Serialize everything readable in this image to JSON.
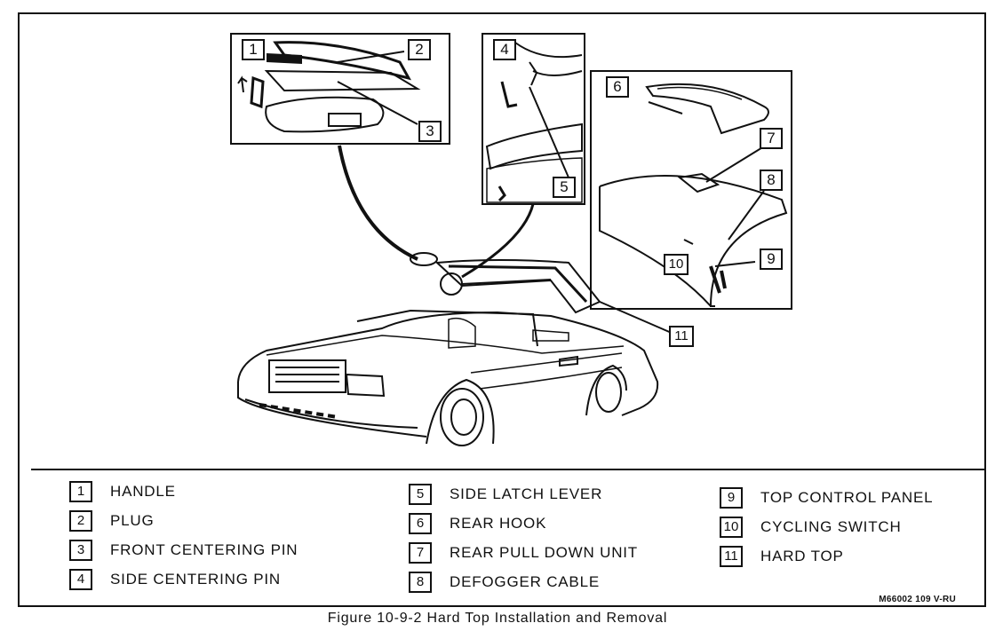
{
  "callouts": [
    "1",
    "2",
    "3",
    "4",
    "5",
    "6",
    "7",
    "8",
    "9",
    "10",
    "11"
  ],
  "legend": [
    {
      "num": "1",
      "label": "HANDLE"
    },
    {
      "num": "2",
      "label": "PLUG"
    },
    {
      "num": "3",
      "label": "FRONT CENTERING PIN"
    },
    {
      "num": "4",
      "label": "SIDE CENTERING PIN"
    },
    {
      "num": "5",
      "label": "SIDE LATCH LEVER"
    },
    {
      "num": "6",
      "label": "REAR HOOK"
    },
    {
      "num": "7",
      "label": "REAR PULL DOWN UNIT"
    },
    {
      "num": "8",
      "label": "DEFOGGER CABLE"
    },
    {
      "num": "9",
      "label": "TOP CONTROL PANEL"
    },
    {
      "num": "10",
      "label": "CYCLING SWITCH"
    },
    {
      "num": "11",
      "label": "HARD TOP"
    }
  ],
  "reference_code": "M66002 109 V-RU",
  "caption": "Figure 10-9-2 Hard Top Installation and Removal"
}
